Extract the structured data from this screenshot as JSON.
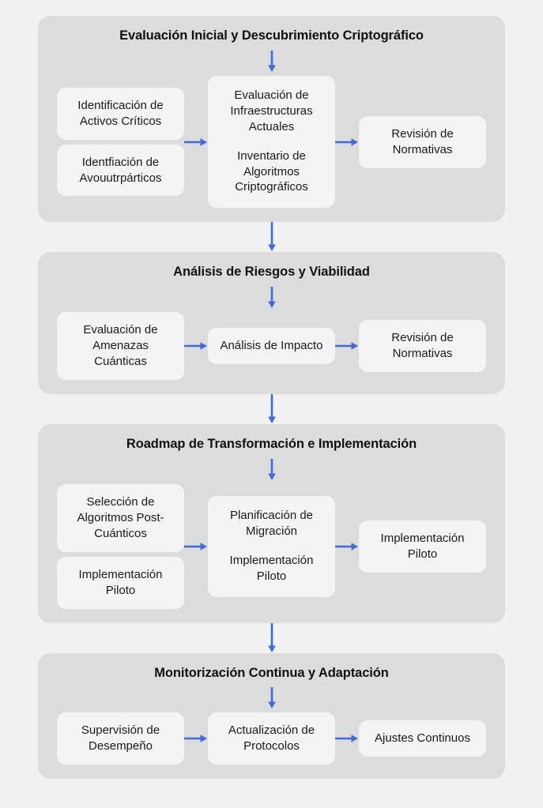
{
  "diagram": {
    "title": "Evaluación Inicial y Descubrimiento Criptográfico",
    "colors": {
      "page_background": "#f1f1f1",
      "panel_background": "#dcdcdc",
      "node_background": "#f4f4f4",
      "arrow": "#4169d8",
      "text": "#1a1a1a"
    },
    "sections": [
      {
        "title": "Evaluación Inicial y Descubrimiento Criptográfico",
        "left": [
          "Identificación de Activos Críticos",
          "Identfiación de Avouutrpárticos"
        ],
        "middle": [
          "Evaluación de Infraestructuras Actuales",
          "Inventario de Algoritmos Criptográficos"
        ],
        "right": [
          "Revisión de Normativas"
        ]
      },
      {
        "title": "Análisis de Riesgos y Viabilidad",
        "left": [
          "Evaluación de Amenazas Cuánticas"
        ],
        "middle": [
          "Análisis de Impacto"
        ],
        "right": [
          "Revisión de Normativas"
        ]
      },
      {
        "title": "Roadmap de Transformación e Implementación",
        "left": [
          "Selección de Algoritmos Post-Cuánticos",
          "Implementación Piloto"
        ],
        "middle": [
          "Planificación de Migración",
          "Implementación Piloto"
        ],
        "right": [
          "Implementación Piloto"
        ]
      },
      {
        "title": "Monitorización Continua y Adaptación",
        "left": [
          "Supervisión de Desempeño"
        ],
        "middle": [
          "Actualización de Protocolos"
        ],
        "right": [
          "Ajustes Continuos"
        ]
      }
    ]
  }
}
